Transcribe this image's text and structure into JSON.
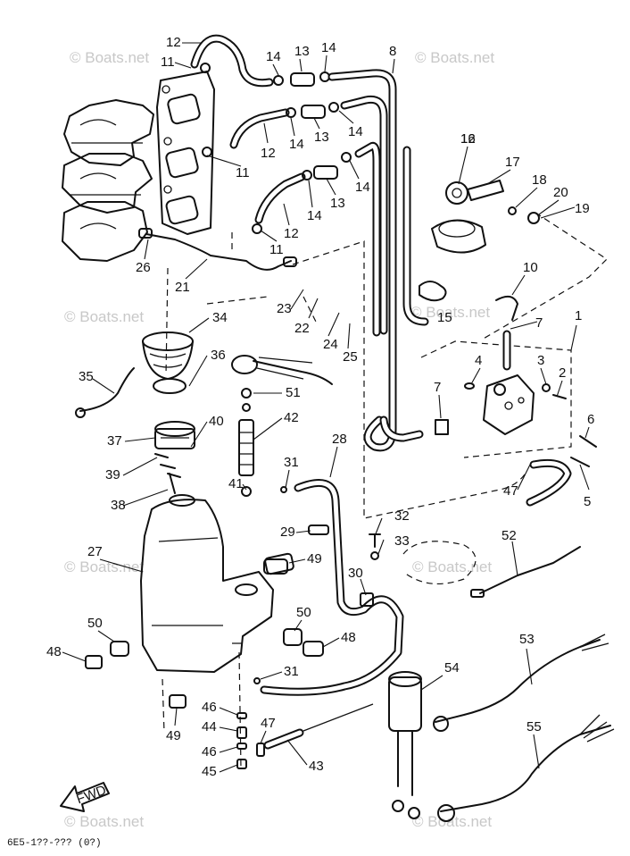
{
  "watermarks": [
    "© Boats.net",
    "© Boats.net",
    "© Boats.net",
    "© Boats.net",
    "© Boats.net",
    "© Boats.net",
    "© Boats.net",
    "© Boats.net"
  ],
  "fwd_label": "FWD",
  "footer_code": "6E5-1??-??? (0?)",
  "callouts": [
    "12",
    "11",
    "14",
    "13",
    "14",
    "8",
    "12",
    "14",
    "13",
    "14",
    "11",
    "12",
    "14",
    "13",
    "14",
    "11",
    "12",
    "26",
    "21",
    "16",
    "17",
    "18",
    "20",
    "19",
    "15",
    "10",
    "7",
    "1",
    "23",
    "22",
    "24",
    "25",
    "34",
    "36",
    "35",
    "51",
    "37",
    "40",
    "39",
    "38",
    "42",
    "41",
    "31",
    "28",
    "4",
    "3",
    "2",
    "7",
    "6",
    "47",
    "5",
    "29",
    "32",
    "33",
    "27",
    "49",
    "30",
    "52",
    "50",
    "48",
    "50",
    "48",
    "49",
    "31",
    "53",
    "54",
    "46",
    "44",
    "46",
    "45",
    "47",
    "43",
    "55"
  ]
}
